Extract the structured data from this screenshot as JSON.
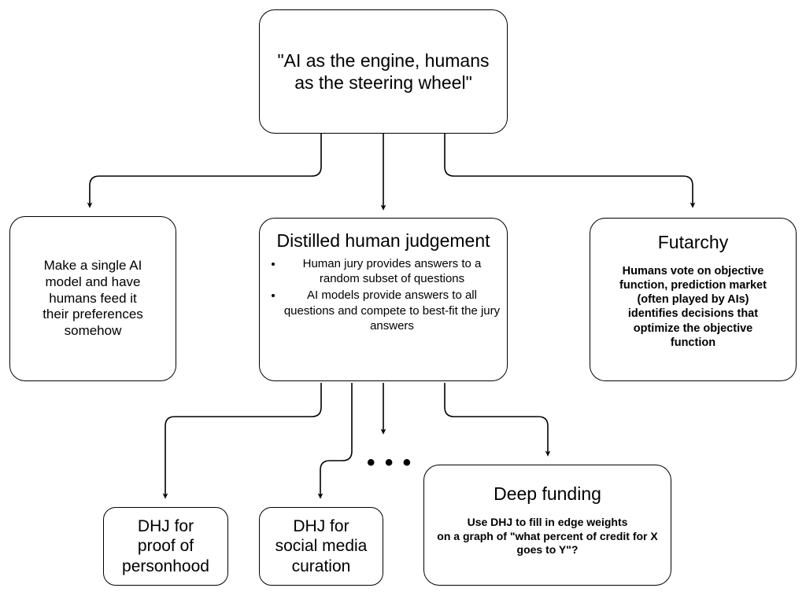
{
  "diagram": {
    "title_text": "\"AI as the engine, humans as the steering wheel\"",
    "ellipsis": "• • •",
    "nodes": {
      "root": {
        "label": "\"AI as the engine, humans\nas the steering wheel\""
      },
      "single_model": {
        "label": "Make a single AI\nmodel and have\nhumans feed it\ntheir preferences\nsomehow"
      },
      "dhj": {
        "title": "Distilled human judgement",
        "bullets": [
          "Human jury provides answers to a random subset of questions",
          "AI models provide answers to all questions and compete to best-fit the jury answers"
        ]
      },
      "futarchy": {
        "title": "Futarchy",
        "body": "Humans vote on objective\nfunction, prediction market\n(often played by AIs)\nidentifies decisions that\noptimize the objective\nfunction"
      },
      "dhj_personhood": {
        "label": "DHJ for\nproof of\npersonhood"
      },
      "dhj_social": {
        "label": "DHJ for\nsocial media\ncuration"
      },
      "deep_funding": {
        "title": "Deep funding",
        "body": "Use DHJ to fill in edge weights\non a graph of \"what percent of credit for X\ngoes to Y\"?"
      }
    },
    "colors": {
      "stroke": "#000000",
      "fill": "#ffffff",
      "text": "#000000"
    },
    "edges": [
      {
        "from": "root",
        "to": "single_model"
      },
      {
        "from": "root",
        "to": "dhj"
      },
      {
        "from": "root",
        "to": "futarchy"
      },
      {
        "from": "dhj",
        "to": "dhj_personhood"
      },
      {
        "from": "dhj",
        "to": "dhj_social"
      },
      {
        "from": "dhj",
        "to": "ellipsis"
      },
      {
        "from": "dhj",
        "to": "deep_funding"
      }
    ]
  }
}
